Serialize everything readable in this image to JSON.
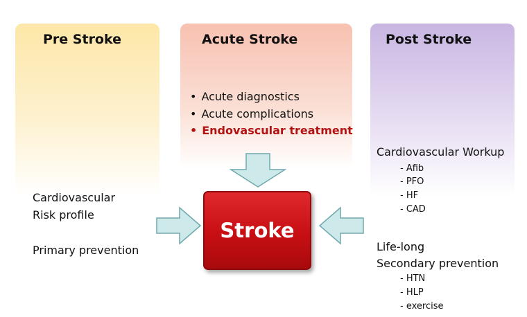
{
  "pre_stroke": {
    "title": "Pre Stroke",
    "line1": "Cardiovascular",
    "line2": "Risk profile",
    "line3": "Primary prevention"
  },
  "acute_stroke": {
    "title": "Acute Stroke",
    "items": [
      "Acute diagnostics",
      "Acute complications",
      "Endovascular treatment"
    ],
    "highlight_color": "#b21313"
  },
  "post_stroke": {
    "title": "Post Stroke",
    "workup_heading": "Cardiovascular Workup",
    "workup_items": [
      "- Afib",
      "- PFO",
      "- HF",
      "- CAD"
    ],
    "prevention_line1": "Life-long",
    "prevention_line2": "Secondary prevention",
    "prevention_items": [
      "- HTN",
      "- HLP",
      "-  exercise"
    ]
  },
  "center": {
    "label": "Stroke",
    "color": "#c70f13"
  },
  "colors": {
    "pre_panel": "#fde7a8",
    "acute_panel": "#f7c1b1",
    "post_panel": "#c8b6e2",
    "arrow_fill": "#cde9ea",
    "arrow_stroke": "#6ea8ad"
  }
}
